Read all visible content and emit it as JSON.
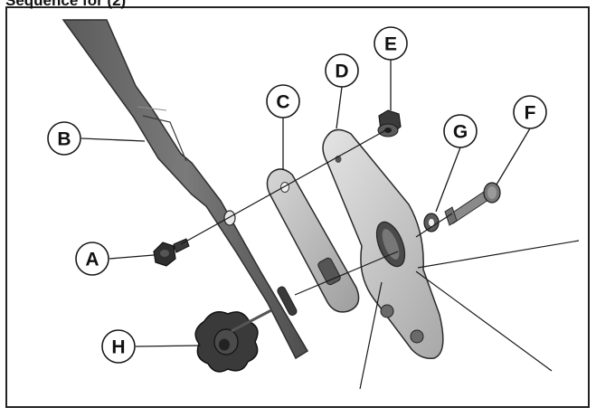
{
  "header": {
    "text": "Sequence for (2)"
  },
  "callouts": [
    {
      "id": "A",
      "label": "A"
    },
    {
      "id": "B",
      "label": "B"
    },
    {
      "id": "C",
      "label": "C"
    },
    {
      "id": "D",
      "label": "D"
    },
    {
      "id": "E",
      "label": "E"
    },
    {
      "id": "F",
      "label": "F"
    },
    {
      "id": "G",
      "label": "G"
    },
    {
      "id": "H",
      "label": "H"
    }
  ]
}
